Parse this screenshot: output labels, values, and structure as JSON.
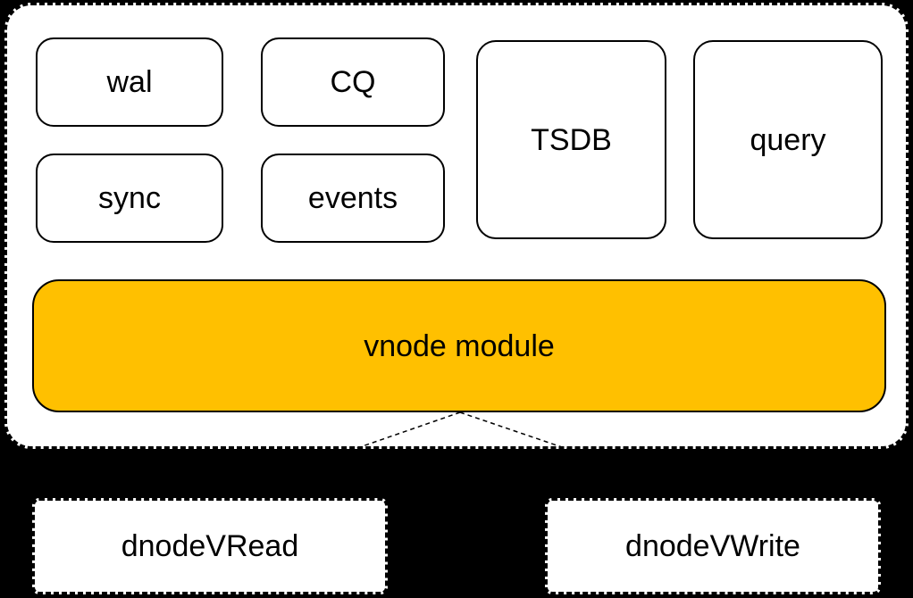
{
  "colors": {
    "background": "#000000",
    "panel_fill": "#ffffff",
    "box_fill": "#ffffff",
    "vnode_fill": "#ffc000",
    "stroke": "#000000"
  },
  "boxes": {
    "wal": "wal",
    "cq": "CQ",
    "sync": "sync",
    "events": "events",
    "tsdb": "TSDB",
    "query": "query",
    "vnode": "vnode module",
    "dnode_read": "dnodeVRead",
    "dnode_write": "dnodeVWrite"
  }
}
